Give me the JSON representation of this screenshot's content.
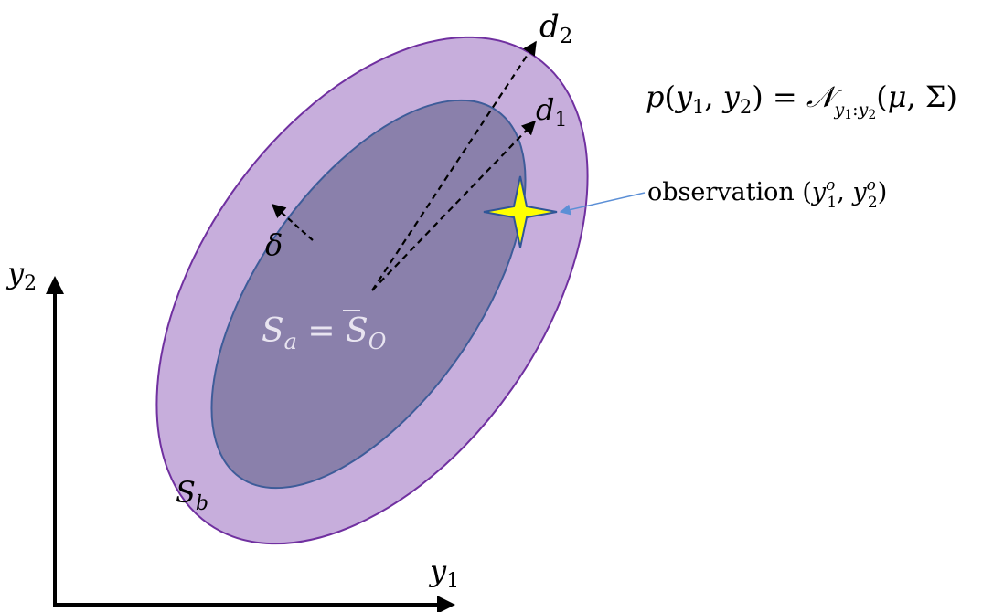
{
  "colors": {
    "outer_fill": "#c7aedc",
    "outer_stroke": "#7030a0",
    "inner_fill": "#8a80ab",
    "inner_stroke": "#3e5c99",
    "star_fill": "#ffff00",
    "star_stroke": "#2f5597",
    "pointer": "#5b8fd6",
    "axis": "#000000",
    "region_a_text": "#e8e4f0"
  },
  "labels": {
    "d2_main": "d",
    "d2_sub": "2",
    "d1_main": "d",
    "d1_sub": "1",
    "delta": "δ",
    "sa_main": "S",
    "sa_sub": "a",
    "sa_equals": " = ",
    "so_main": "S",
    "so_sub": "O",
    "sb_main": "S",
    "sb_sub": "b",
    "y1_main": "y",
    "y1_sub": "1",
    "y2_main": "y",
    "y2_sub": "2"
  },
  "formula": {
    "p": "p",
    "open": "(",
    "y": "y",
    "sub1": "1",
    "comma": ", ",
    "sub2": "2",
    "close_eq": ") = ",
    "N": "𝒩",
    "n_sub": "y",
    "n_sub1": "1",
    "n_colon": ":",
    "n_sub_y": "y",
    "n_sub2": "2",
    "args_open": "(",
    "mu": "μ",
    "args_comma": ", ",
    "sigma": "Σ",
    "args_close": ")"
  },
  "observation": {
    "text": "observation ",
    "open": "(",
    "y": "y",
    "sup": "o",
    "sub1": "1",
    "comma": ", ",
    "sub2": "2",
    "close": ")"
  }
}
